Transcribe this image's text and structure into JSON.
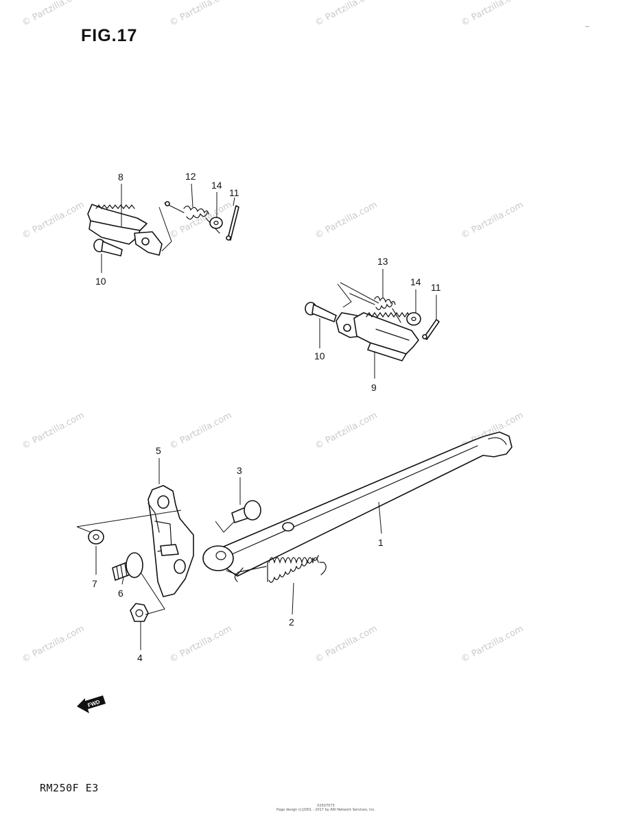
{
  "figure": {
    "title": "FIG.17",
    "model": "RM250F E3",
    "footer_line1": "02507073",
    "footer_line2": "Page design (c)2001 - 2017 by ARI Network Services, Inc.",
    "corner_mark": "--"
  },
  "watermark": {
    "text": "© Partzilla.com"
  },
  "fwd_label": "FWD",
  "callouts": {
    "c1": "1",
    "c2": "2",
    "c3": "3",
    "c4": "4",
    "c5": "5",
    "c6": "6",
    "c7": "7",
    "c8": "8",
    "c9": "9",
    "c10a": "10",
    "c10b": "10",
    "c11a": "11",
    "c11b": "11",
    "c12": "12",
    "c13": "13",
    "c14a": "14",
    "c14b": "14"
  }
}
